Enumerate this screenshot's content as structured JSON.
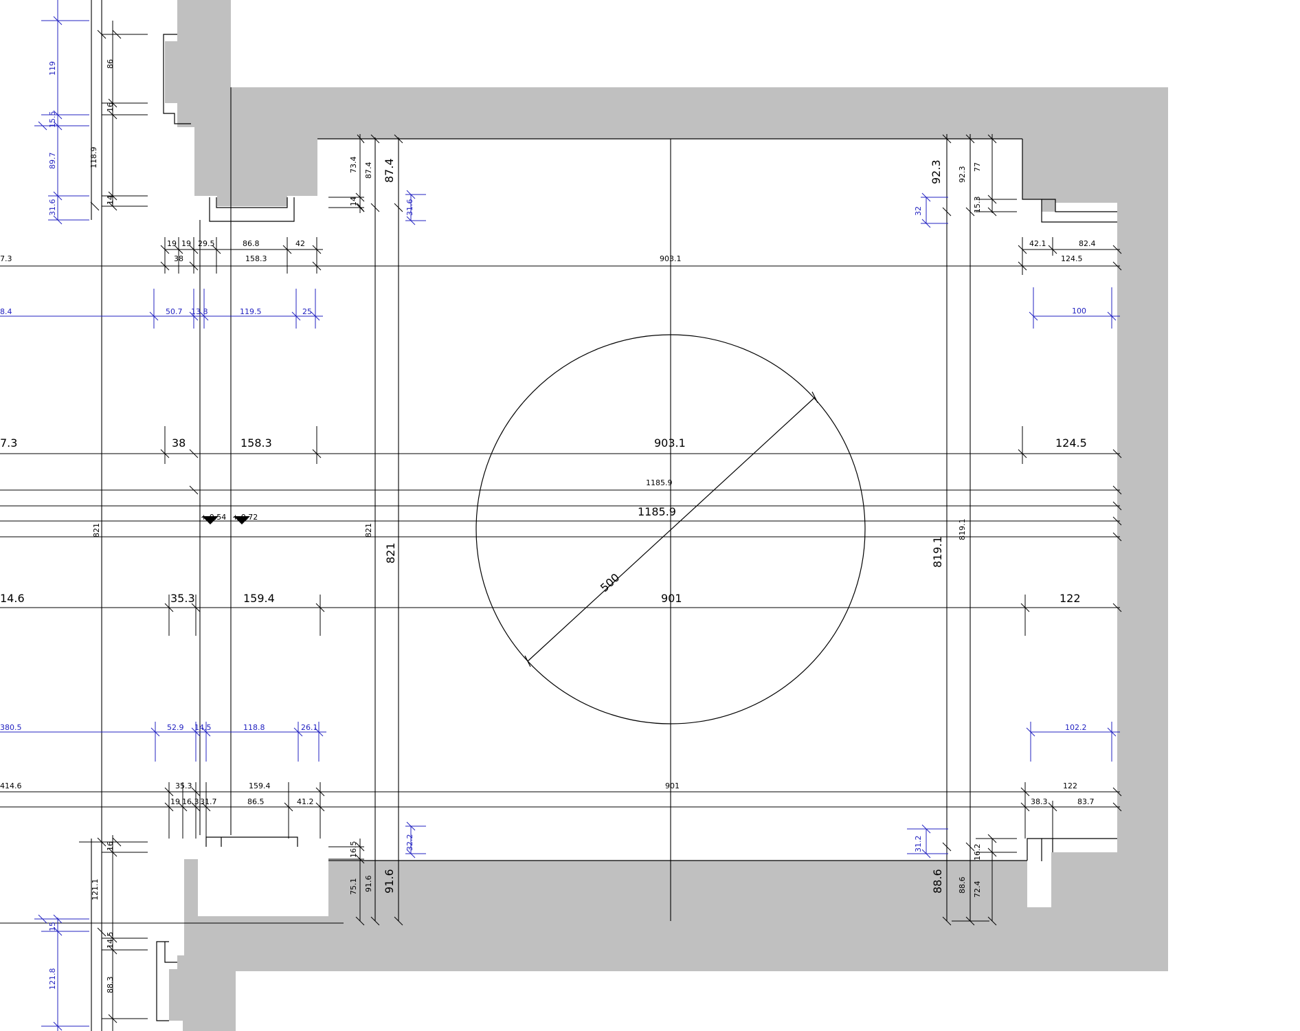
{
  "colors": {
    "wall": "#c0c0c0",
    "line": "#000000",
    "blue": "#2020c0",
    "background": "#ffffff"
  },
  "labels": {
    "d_119": "119",
    "d_86": "86",
    "d_15_5": "15.5",
    "d_16_a": "16",
    "d_89_7": "89.7",
    "d_118_9": "118.9",
    "d_31_6_a": "31.6",
    "d_14_a": "14",
    "d_73_4": "73.4",
    "d_87_4_s": "87.4",
    "d_87_4_l": "87.4",
    "d_14_b": "14",
    "d_31_6_b": "31.6",
    "d_92_3_l": "92.3",
    "d_92_3_s": "92.3",
    "d_77": "77",
    "d_32": "32",
    "d_15_3": "15.3",
    "d_19_a": "19",
    "d_19_b": "19",
    "d_29_5": "29.5",
    "d_86_8": "86.8",
    "d_42": "42",
    "d_7_3_s": "7.3",
    "d_38_s": "38",
    "d_158_3_s": "158.3",
    "d_903_1_s": "903.1",
    "d_42_1": "42.1",
    "d_82_4": "82.4",
    "d_124_5_s": "124.5",
    "d_8_4": "8.4",
    "d_50_7": "50.7",
    "d_13_8": "13.8",
    "d_119_5": "119.5",
    "d_25": "25",
    "d_100": "100",
    "d_7_3_l": "7.3",
    "d_38_l": "38",
    "d_158_3_l": "158.3",
    "d_903_1_l": "903.1",
    "d_124_5_l": "124.5",
    "d_1185_9_s": "1185.9",
    "d_1185_9_l": "1185.9",
    "lvl_054": "+ 0.54",
    "lvl_072": "+ 0.72",
    "d_821_a": "821",
    "d_821_b": "821",
    "d_821_l": "821",
    "d_819_1_l": "819.1",
    "d_819_1_s": "819.1",
    "d_500": "500",
    "d_14_6": "14.6",
    "d_35_3_l": "35.3",
    "d_159_4_l": "159.4",
    "d_901_l": "901",
    "d_122_l": "122",
    "d_380_5": "380.5",
    "d_52_9": "52.9",
    "d_14_5_b": "14.5",
    "d_118_8": "118.8",
    "d_26_1": "26.1",
    "d_102_2": "102.2",
    "d_414_6": "414.6",
    "d_35_3_s": "35.3",
    "d_159_4_s": "159.4",
    "d_901_s": "901",
    "d_122_s": "122",
    "d_19_c": "19",
    "d_16_3": "16.3",
    "d_31_7": "31.7",
    "d_86_5": "86.5",
    "d_41_2": "41.2",
    "d_38_3": "38.3",
    "d_83_7": "83.7",
    "d_16_b": "16",
    "d_121_1": "121.1",
    "d_16_5": "16.5",
    "d_75_1": "75.1",
    "d_91_6_s": "91.6",
    "d_91_6_l": "91.6",
    "d_32_2": "32.2",
    "d_31_2": "31.2",
    "d_88_6_l": "88.6",
    "d_88_6_s": "88.6",
    "d_16_2": "16.2",
    "d_72_4": "72.4",
    "d_15_b": "15",
    "d_14_5_a": "14.5",
    "d_121_8": "121.8",
    "d_88_3": "88.3"
  }
}
